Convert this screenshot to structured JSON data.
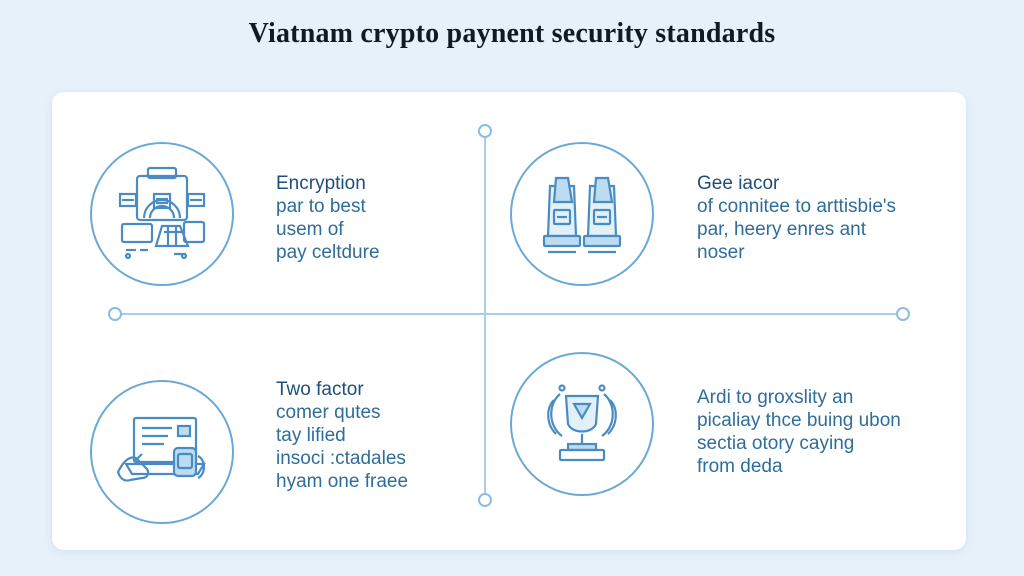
{
  "title": "Viatnam crypto paynent security standards",
  "quadrants": [
    {
      "heading": "Encryption",
      "lines": [
        "par to best",
        "usem of",
        "pay celtdure"
      ],
      "icon": "encryption-machine-icon"
    },
    {
      "heading": "Gee iacor",
      "lines": [
        "of connitee to arttisbie's",
        "par, heery enres ant",
        "noser"
      ],
      "icon": "hardware-wallet-icon"
    },
    {
      "heading": "Two factor",
      "lines": [
        "comer qutes",
        "tay lified",
        "insoci :ctadales",
        "hyam one fraee"
      ],
      "icon": "hand-laptop-icon"
    },
    {
      "heading": "",
      "lines": [
        "Ardi to groxslity an",
        "picaliay thce buing ubon",
        "sectia otory caying",
        "from deda"
      ],
      "icon": "shield-trophy-icon"
    }
  ],
  "colors": {
    "background": "#e6f1fa",
    "card": "#ffffff",
    "accent": "#6aa9d6",
    "text": "#2f6d9a",
    "heading": "#1f4e78",
    "title": "#111a22"
  }
}
